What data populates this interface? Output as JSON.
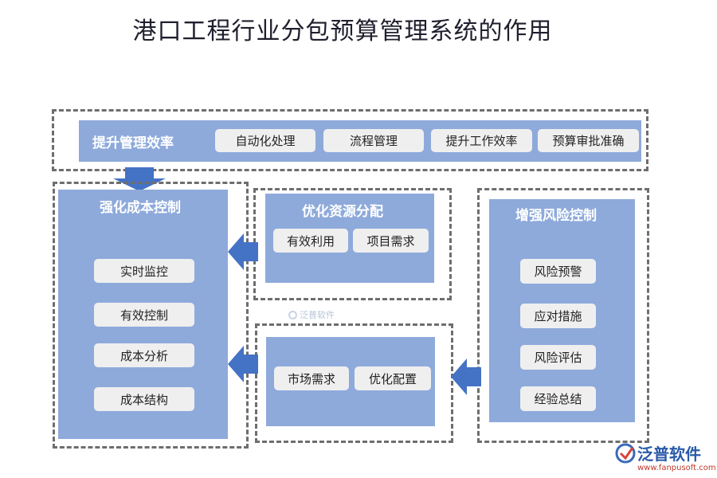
{
  "title": "港口工程行业分包预算管理系统的作用",
  "efficiency": {
    "title": "提升管理效率",
    "items": [
      "自动化处理",
      "流程管理",
      "提升工作效率",
      "预算审批准确"
    ]
  },
  "cost_control": {
    "title": "强化成本控制",
    "items": [
      "实时监控",
      "有效控制",
      "成本分析",
      "成本结构"
    ]
  },
  "resource": {
    "title": "优化资源分配",
    "items": [
      "有效利用",
      "项目需求"
    ]
  },
  "resource_lower": {
    "items": [
      "市场需求",
      "优化配置"
    ]
  },
  "risk": {
    "title": "增强风险控制",
    "items": [
      "风险预警",
      "应对措施",
      "风险评估",
      "经验总结"
    ]
  },
  "watermark": "泛普软件",
  "logo": {
    "brand": "泛普软件",
    "url": "www.fanpusoft.com"
  },
  "colors": {
    "panel": "#8eaadb",
    "arrow": "#4472c4",
    "pill": "#efefef",
    "dash": "#6e6e6e"
  }
}
